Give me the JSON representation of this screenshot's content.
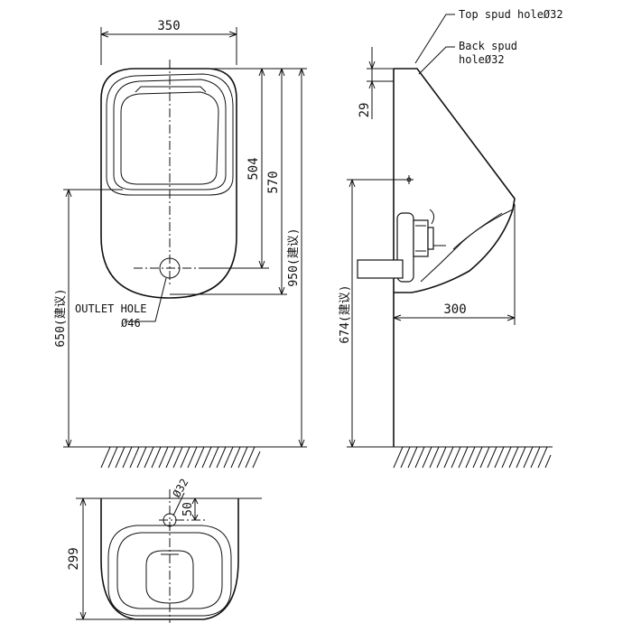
{
  "front_view": {
    "width": "350",
    "dim_504": "504",
    "dim_570": "570",
    "dim_950": "950(建议)",
    "dim_650": "650(建议)",
    "outlet_label_1": "OUTLET HOLE",
    "outlet_label_2": "Ø46"
  },
  "side_view": {
    "top_spud": "Top spud holeØ32",
    "back_spud_1": "Back spud",
    "back_spud_2": "holeØ32",
    "dim_29": "29",
    "dim_674": "674(建议)",
    "dim_300": "300"
  },
  "top_view": {
    "dim_299": "299",
    "dim_50": "50",
    "dim_32": "Ø32"
  }
}
